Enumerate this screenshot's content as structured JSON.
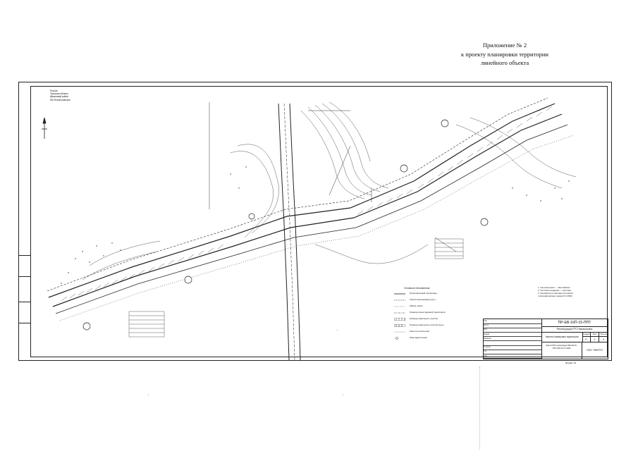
{
  "header": {
    "line1": "Приложение № 2",
    "line2": "к проекту планировки территории",
    "line3": "линейного объекта"
  },
  "location": {
    "line1": "Россия",
    "line2": "Тульская область",
    "line3": "Щекинский район",
    "line4": "МО Яснополянское"
  },
  "legend": {
    "title": "Условные обозначения",
    "items": [
      {
        "label": "Проектируемый газопровод",
        "style": "solid"
      },
      {
        "label": "Трасса газопровода (сущ.)",
        "style": "dashed"
      },
      {
        "label": "Кабель связи",
        "style": "dotted"
      },
      {
        "label": "Граница проектируемой территории",
        "style": "dashdot"
      },
      {
        "label": "Граница земельного участка",
        "style": "hatch"
      },
      {
        "label": "Граница земельного участка (сущ.)",
        "style": "cross"
      },
      {
        "label": "Зона строительства",
        "style": "thin"
      },
      {
        "label": "Знак закрепления",
        "style": "circle"
      }
    ]
  },
  "notes": {
    "line1": "1. Система высот — Балтийская",
    "line2": "2. Система координат — местная",
    "line3": "3. Основой для чертежа послужила",
    "line4": "топографическая съемка М 1:2000"
  },
  "stamp": {
    "code": "ПР-ЕВ-16П-15-ППТ",
    "project": "Реконструкция ГРС Новомосковск",
    "title": "Чертеж планировки территории",
    "cells": [
      {
        "head": "Стадия",
        "value": "П"
      },
      {
        "head": "Лист",
        "value": "2"
      },
      {
        "head": "Листов",
        "value": "3"
      }
    ],
    "drawing_line1": "Чертеж ПКП газопровода ПК0+00.00 -",
    "drawing_line2": "ПК37+89.34 М 1:2000",
    "org": "ООО \"ЭНЕРГО\"",
    "rows": [
      "Изм.",
      "Кол.уч",
      "Лист",
      "Разраб.",
      "Проверил",
      "",
      "Н. контр.",
      "Утв.",
      "ГИП"
    ]
  },
  "format_label": "Формат А3"
}
